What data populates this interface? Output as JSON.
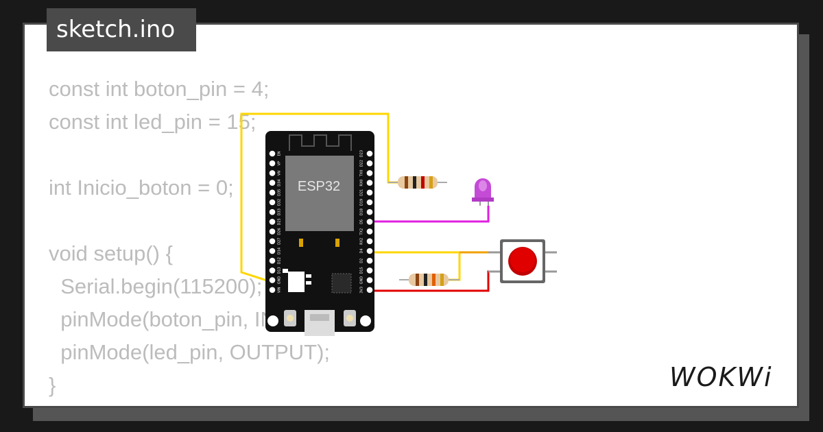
{
  "tab": {
    "filename": "sketch.ino"
  },
  "code": {
    "lines": [
      "const int boton_pin = 4;",
      "const int led_pin = 15;",
      "",
      "int Inicio_boton = 0;",
      "",
      "void setup() {",
      "  Serial.begin(115200);",
      "  pinMode(boton_pin, INPUT);",
      "  pinMode(led_pin, OUTPUT);",
      "}"
    ]
  },
  "board": {
    "chip_label": "ESP32",
    "left_pins": [
      "EN",
      "VP",
      "VN",
      "D34",
      "D35",
      "D32",
      "D33",
      "D25",
      "D26",
      "D27",
      "D14",
      "D12",
      "D13",
      "GND",
      "VIN"
    ],
    "right_pins": [
      "D23",
      "D22",
      "TX0",
      "RX0",
      "D21",
      "D19",
      "D18",
      "D5",
      "TX2",
      "RX2",
      "D4",
      "D2",
      "D15",
      "GND",
      "3V3"
    ]
  },
  "colors": {
    "wire_yellow": "#ffd600",
    "wire_magenta": "#e01ee0",
    "wire_red": "#e00000",
    "board": "#111111",
    "led": "#c44bd6",
    "button_cap": "#e00000"
  },
  "brand": {
    "logo": "WOKWi"
  }
}
